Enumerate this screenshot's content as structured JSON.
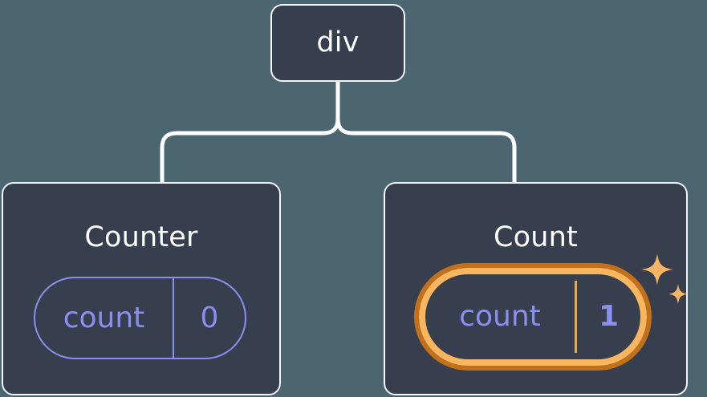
{
  "diagram": {
    "type": "component-tree",
    "background_color": "#4b6670",
    "node_fill_color": "#373e4e",
    "node_border_color": "#f2f4f7",
    "connector_color": "#ffffff",
    "accent_color": "#8a8ff0",
    "highlight_outer_color": "#c2701a",
    "highlight_inner_color": "#f9b65f",
    "sparkle_color": "#f9b563"
  },
  "root": {
    "tag": "div"
  },
  "children": [
    {
      "title": "Counter",
      "state": {
        "key": "count",
        "value": "0",
        "highlighted": false
      }
    },
    {
      "title": "Count",
      "state": {
        "key": "count",
        "value": "1",
        "highlighted": true
      },
      "sparkle_icons": [
        "sparkle-large",
        "sparkle-small"
      ]
    }
  ]
}
